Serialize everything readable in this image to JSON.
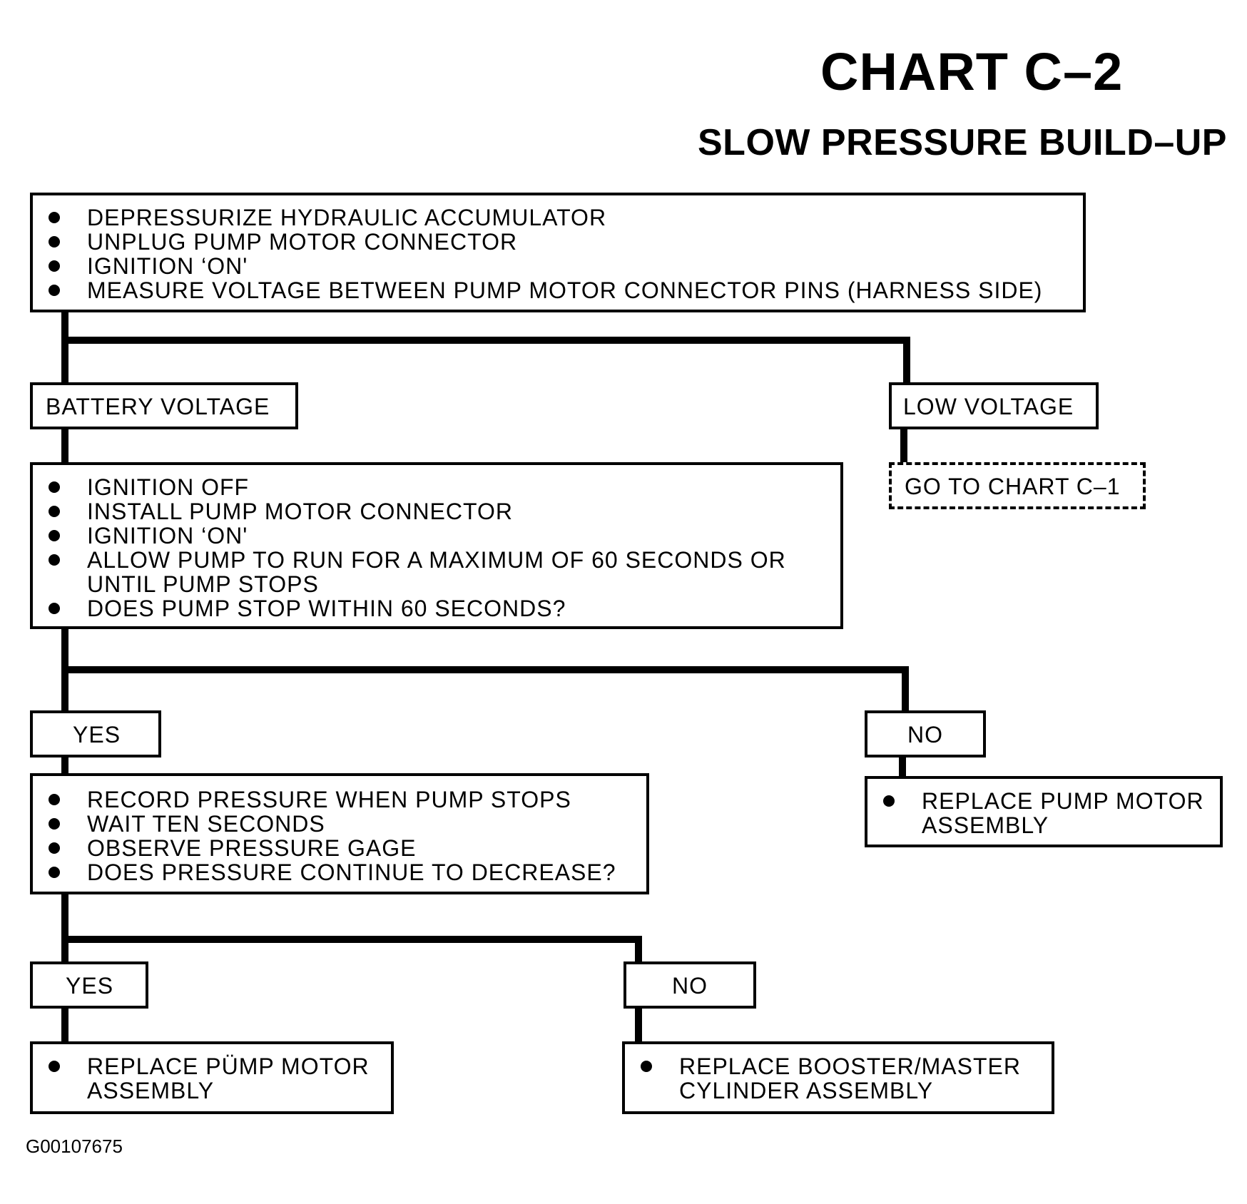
{
  "title": "CHART C–2",
  "subtitle": "SLOW PRESSURE BUILD–UP",
  "step1": {
    "items": [
      "DEPRESSURIZE HYDRAULIC ACCUMULATOR",
      "UNPLUG PUMP MOTOR CONNECTOR",
      "IGNITION ‘ON'",
      "MEASURE VOLTAGE BETWEEN PUMP MOTOR CONNECTOR PINS (HARNESS SIDE)"
    ]
  },
  "branch1": {
    "left_label": "BATTERY VOLTAGE",
    "right_label": "LOW VOLTAGE",
    "right_action": "GO TO CHART C–1"
  },
  "step2": {
    "items": [
      "IGNITION OFF",
      "INSTALL PUMP MOTOR CONNECTOR",
      "IGNITION ‘ON'",
      "ALLOW PUMP TO RUN FOR A MAXIMUM OF 60 SECONDS OR\nUNTIL PUMP STOPS",
      "DOES PUMP STOP WITHIN 60 SECONDS?"
    ]
  },
  "branch2": {
    "yes_label": "YES",
    "no_label": "NO",
    "no_action": "REPLACE PUMP MOTOR\nASSEMBLY"
  },
  "step3": {
    "items": [
      "RECORD PRESSURE WHEN PUMP STOPS",
      "WAIT TEN SECONDS",
      "OBSERVE PRESSURE GAGE",
      "DOES PRESSURE CONTINUE TO DECREASE?"
    ]
  },
  "branch3": {
    "yes_label": "YES",
    "no_label": "NO",
    "yes_action": "REPLACE PÜMP MOTOR\nASSEMBLY",
    "no_action": "REPLACE  BOOSTER/MASTER\nCYLINDER ASSEMBLY"
  },
  "figure_id": "G00107675"
}
